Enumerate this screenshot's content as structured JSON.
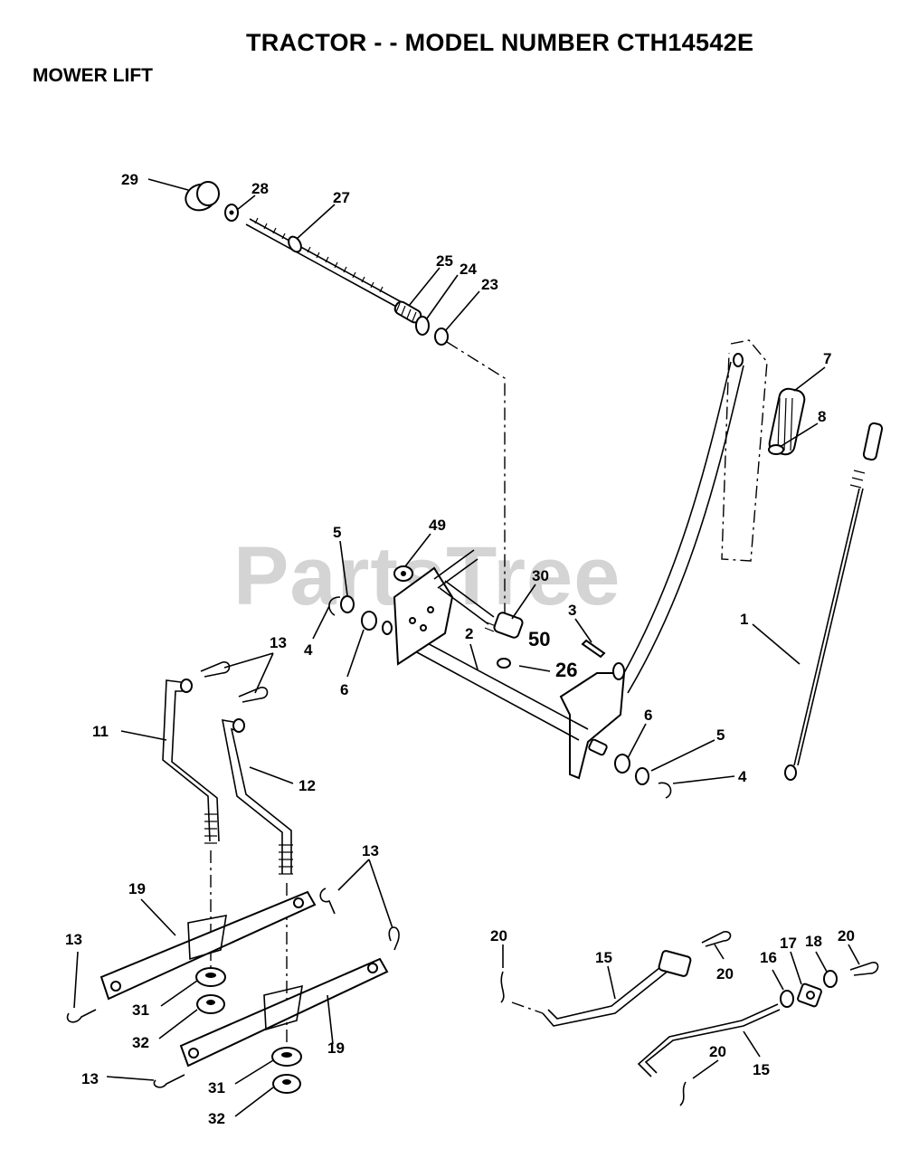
{
  "header": {
    "title": "TRACTOR - - MODEL NUMBER CTH14542E",
    "subtitle": "MOWER LIFT"
  },
  "watermark": "PartsTree",
  "callouts": {
    "c29": "29",
    "c28": "28",
    "c27": "27",
    "c25": "25",
    "c24": "24",
    "c23": "23",
    "c7": "7",
    "c8": "8",
    "c1": "1",
    "c49": "49",
    "c5a": "5",
    "c30": "30",
    "c3": "3",
    "c50": "50",
    "c4a": "4",
    "c6a": "6",
    "c2": "2",
    "c26": "26",
    "c13a": "13",
    "c11": "11",
    "c12": "12",
    "c6b": "6",
    "c5b": "5",
    "c4b": "4",
    "c13b": "13",
    "c19a": "19",
    "c13c": "13",
    "c31a": "31",
    "c32a": "32",
    "c19b": "19",
    "c13d": "13",
    "c31b": "31",
    "c32b": "32",
    "c20a": "20",
    "c15a": "15",
    "c20b": "20",
    "c16": "16",
    "c17": "17",
    "c18": "18",
    "c20c": "20",
    "c20d": "20",
    "c15b": "15"
  }
}
